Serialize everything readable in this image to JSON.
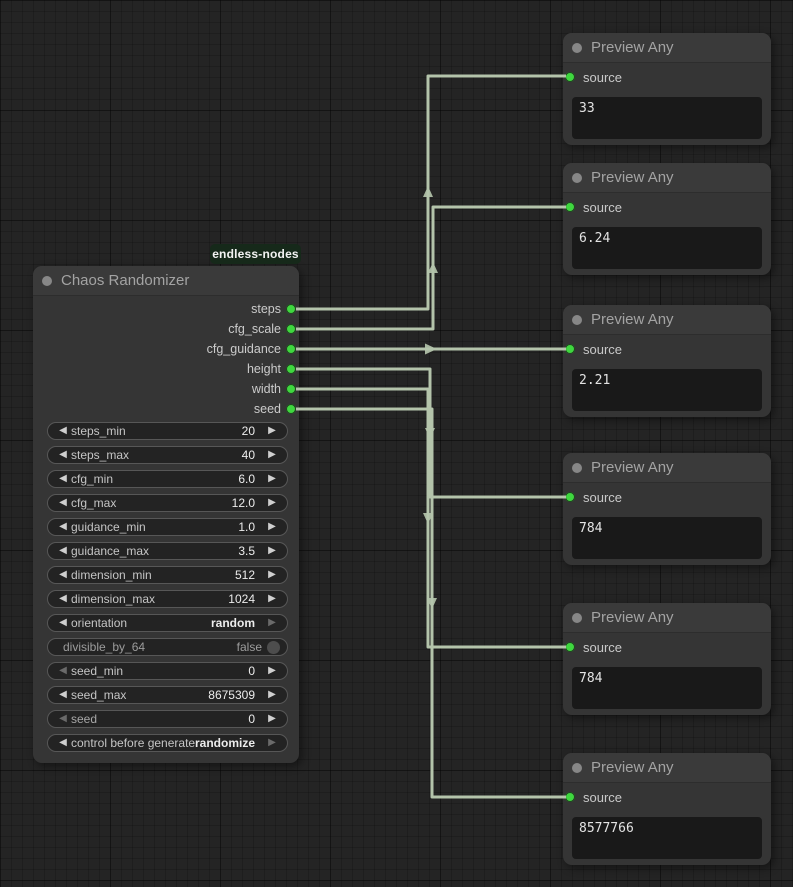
{
  "colors": {
    "canvas_bg": "#242424",
    "node_bg": "#353535",
    "node_header_bg": "#3a3a3a",
    "slot_green": "#3fd73f",
    "wire": "#b4c4ab",
    "badge_bg": "#16291a",
    "widget_bg": "#232323"
  },
  "icons": {
    "left_arrow": "◀",
    "right_arrow": "▶"
  },
  "badge": {
    "label": "endless-nodes"
  },
  "chaos_node": {
    "title": "Chaos Randomizer",
    "outputs": [
      {
        "name": "steps"
      },
      {
        "name": "cfg_scale"
      },
      {
        "name": "cfg_guidance"
      },
      {
        "name": "height"
      },
      {
        "name": "width"
      },
      {
        "name": "seed"
      }
    ],
    "widgets": [
      {
        "label": "steps_min",
        "value": "20",
        "type": "number"
      },
      {
        "label": "steps_max",
        "value": "40",
        "type": "number"
      },
      {
        "label": "cfg_min",
        "value": "6.0",
        "type": "number"
      },
      {
        "label": "cfg_max",
        "value": "12.0",
        "type": "number"
      },
      {
        "label": "guidance_min",
        "value": "1.0",
        "type": "number"
      },
      {
        "label": "guidance_max",
        "value": "3.5",
        "type": "number"
      },
      {
        "label": "dimension_min",
        "value": "512",
        "type": "number"
      },
      {
        "label": "dimension_max",
        "value": "1024",
        "type": "number"
      },
      {
        "label": "orientation",
        "value": "random",
        "type": "combo"
      },
      {
        "label": "divisible_by_64",
        "value": "false",
        "type": "toggle"
      },
      {
        "label": "seed_min",
        "value": "0",
        "type": "number"
      },
      {
        "label": "seed_max",
        "value": "8675309",
        "type": "number"
      },
      {
        "label": "seed",
        "value": "0",
        "type": "number"
      },
      {
        "label": "control before generate",
        "value": "randomize",
        "type": "combo"
      }
    ]
  },
  "preview_nodes": [
    {
      "title": "Preview Any",
      "input": "source",
      "value": "33"
    },
    {
      "title": "Preview Any",
      "input": "source",
      "value": "6.24"
    },
    {
      "title": "Preview Any",
      "input": "source",
      "value": "2.21"
    },
    {
      "title": "Preview Any",
      "input": "source",
      "value": "784"
    },
    {
      "title": "Preview Any",
      "input": "source",
      "value": "784"
    },
    {
      "title": "Preview Any",
      "input": "source",
      "value": "8577766"
    }
  ],
  "wires": [
    {
      "from": "steps",
      "to": "preview_1.source"
    },
    {
      "from": "cfg_scale",
      "to": "preview_2.source"
    },
    {
      "from": "cfg_guidance",
      "to": "preview_3.source"
    },
    {
      "from": "height",
      "to": "preview_4.source"
    },
    {
      "from": "width",
      "to": "preview_5.source"
    },
    {
      "from": "seed",
      "to": "preview_6.source"
    }
  ]
}
